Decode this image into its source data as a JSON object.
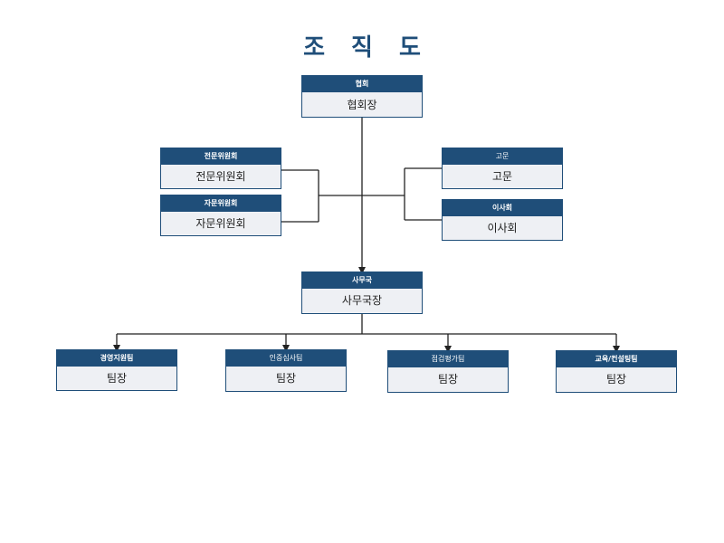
{
  "title": "조 직 도",
  "colors": {
    "header": "#1f4e79",
    "body": "#eef0f4",
    "line": "#000000"
  },
  "nodes": {
    "association": {
      "header": "협회",
      "body": "협회장"
    },
    "expert_committee": {
      "header": "전문위원회",
      "body": "전문위원회"
    },
    "advisory_committee": {
      "header": "자문위원회",
      "body": "자문위원회"
    },
    "advisor": {
      "header": "고문",
      "body": "고문"
    },
    "board": {
      "header": "이사회",
      "body": "이사회"
    },
    "secretariat": {
      "header": "사무국",
      "body": "사무국장"
    },
    "team_management": {
      "header": "경영지원팀",
      "body": "팀장"
    },
    "team_certification": {
      "header": "인증심사팀",
      "body": "팀장"
    },
    "team_evaluation": {
      "header": "점검평가팀",
      "body": "팀장"
    },
    "team_education": {
      "header": "교육/컨설팅팀",
      "body": "팀장"
    }
  }
}
